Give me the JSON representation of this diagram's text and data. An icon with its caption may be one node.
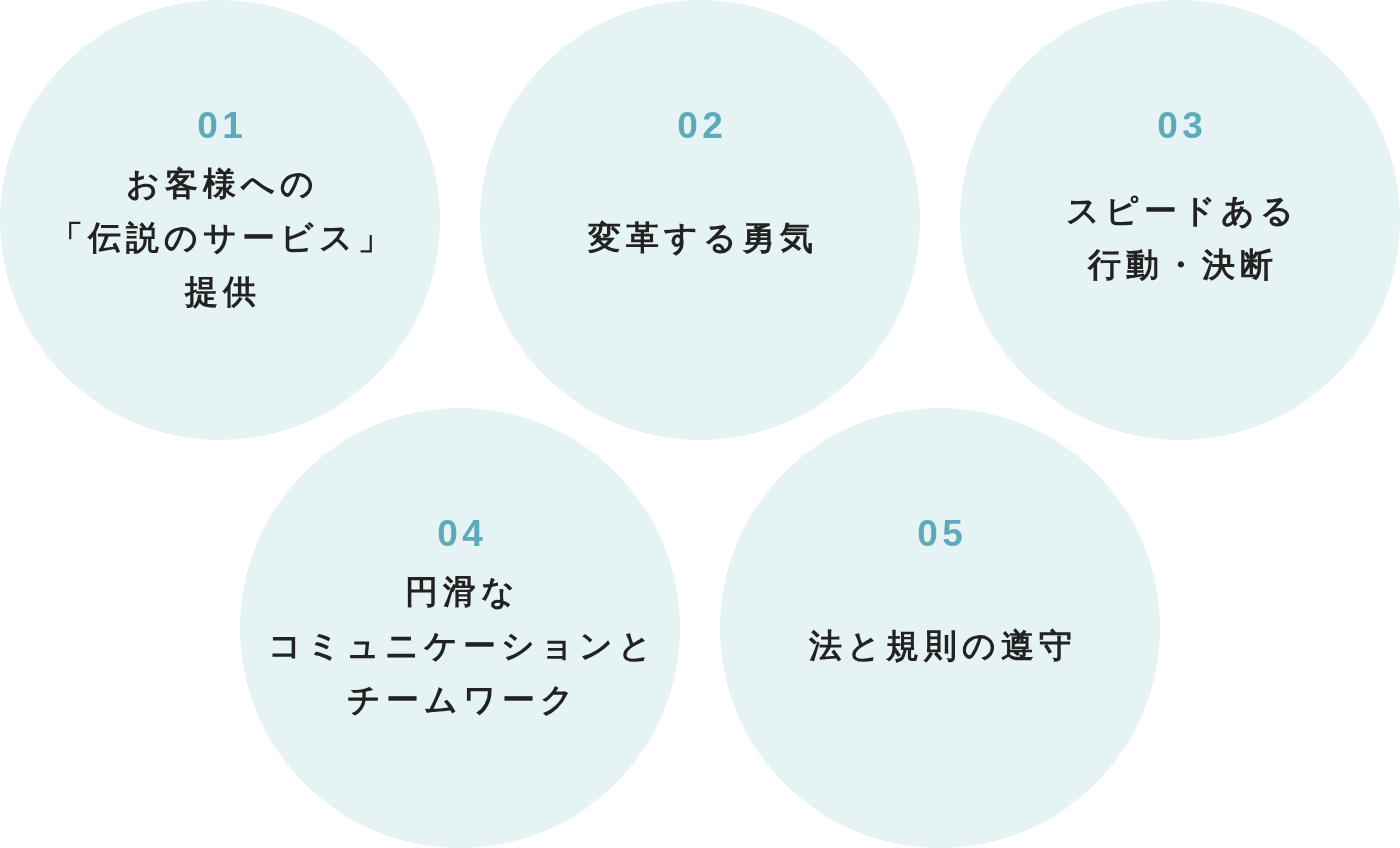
{
  "diagram": {
    "nodes": [
      {
        "text": [
          "01",
          "お客様への「伝説のサービス」提供"
        ]
      },
      {
        "text": [
          "02",
          "変革する勇気"
        ]
      },
      {
        "text": [
          "03",
          "スピードある行動・決断"
        ]
      },
      {
        "text": [
          "04",
          "円滑なコミュニケーションとチームワーク"
        ]
      },
      {
        "text": [
          "05",
          "法と規則の遵守"
        ]
      }
    ]
  }
}
